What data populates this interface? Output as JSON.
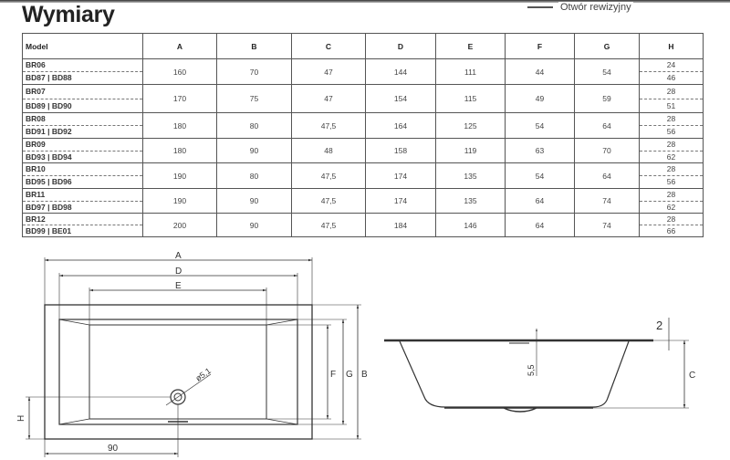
{
  "clipped_caption": "Otwór rewizyjny",
  "title": "Wymiary",
  "table": {
    "headers": [
      "Model",
      "A",
      "B",
      "C",
      "D",
      "E",
      "F",
      "G",
      "H"
    ],
    "rows": [
      {
        "models": [
          "BR06",
          "BD87 | BD88"
        ],
        "A": "160",
        "B": "70",
        "C": "47",
        "D": "144",
        "E": "111",
        "F": "44",
        "G": "54",
        "H": [
          "24",
          "46"
        ]
      },
      {
        "models": [
          "BR07",
          "BD89 | BD90"
        ],
        "A": "170",
        "B": "75",
        "C": "47",
        "D": "154",
        "E": "115",
        "F": "49",
        "G": "59",
        "H": [
          "28",
          "51"
        ]
      },
      {
        "models": [
          "BR08",
          "BD91 | BD92"
        ],
        "A": "180",
        "B": "80",
        "C": "47,5",
        "D": "164",
        "E": "125",
        "F": "54",
        "G": "64",
        "H": [
          "28",
          "56"
        ]
      },
      {
        "models": [
          "BR09",
          "BD93 | BD94"
        ],
        "A": "180",
        "B": "90",
        "C": "48",
        "D": "158",
        "E": "119",
        "F": "63",
        "G": "70",
        "H": [
          "28",
          "62"
        ]
      },
      {
        "models": [
          "BR10",
          "BD95 | BD96"
        ],
        "A": "190",
        "B": "80",
        "C": "47,5",
        "D": "174",
        "E": "135",
        "F": "54",
        "G": "64",
        "H": [
          "28",
          "56"
        ]
      },
      {
        "models": [
          "BR11",
          "BD97 | BD98"
        ],
        "A": "190",
        "B": "90",
        "C": "47,5",
        "D": "174",
        "E": "135",
        "F": "64",
        "G": "74",
        "H": [
          "28",
          "62"
        ]
      },
      {
        "models": [
          "BR12",
          "BD99 | BE01"
        ],
        "A": "200",
        "B": "90",
        "C": "47,5",
        "D": "184",
        "E": "146",
        "F": "64",
        "G": "74",
        "H": [
          "28",
          "66"
        ]
      }
    ]
  },
  "drawing": {
    "top_view": {
      "A": "A",
      "D": "D",
      "E": "E",
      "B": "B",
      "G": "G",
      "F": "F",
      "H": "H",
      "offset": "90",
      "drain": "ø5,1"
    },
    "side_view": {
      "rim": "2",
      "overflow": "5,5",
      "C": "C"
    }
  }
}
